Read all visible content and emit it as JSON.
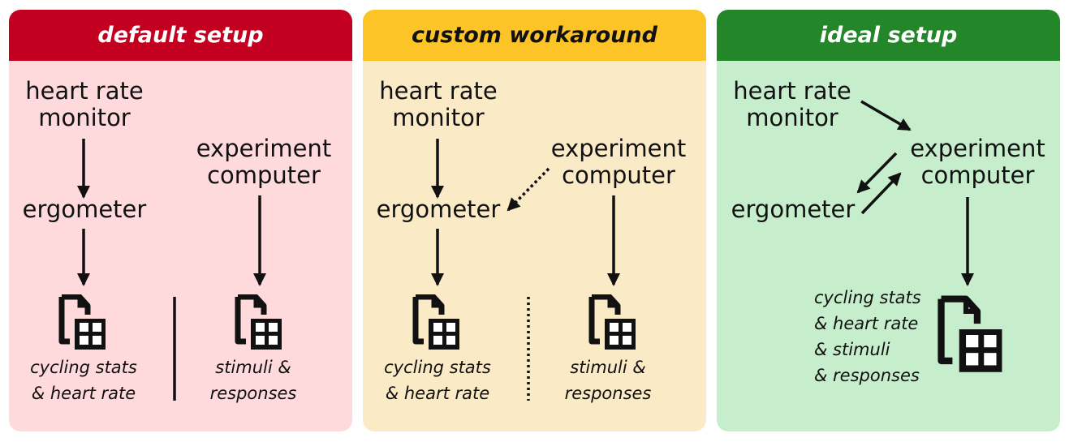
{
  "panels": {
    "default": {
      "title": "default setup",
      "header_color": "#c3001f",
      "title_color": "#ffffff",
      "body_color": "#fedadd",
      "heart_rate_monitor": [
        "heart rate",
        "monitor"
      ],
      "ergometer": "ergometer",
      "experiment_computer": [
        "experiment",
        "computer"
      ],
      "file1_caption": [
        "cycling stats",
        "& heart rate"
      ],
      "file2_caption": [
        "stimuli &",
        "responses"
      ]
    },
    "custom": {
      "title": "custom workaround",
      "header_color": "#fdc427",
      "title_color": "#111111",
      "body_color": "#fbeac6",
      "heart_rate_monitor": [
        "heart rate",
        "monitor"
      ],
      "ergometer": "ergometer",
      "experiment_computer": [
        "experiment",
        "computer"
      ],
      "file1_caption": [
        "cycling stats",
        "& heart rate"
      ],
      "file2_caption": [
        "stimuli &",
        "responses"
      ]
    },
    "ideal": {
      "title": "ideal setup",
      "header_color": "#23872a",
      "title_color": "#ffffff",
      "body_color": "#c7eecc",
      "heart_rate_monitor": [
        "heart rate",
        "monitor"
      ],
      "ergometer": "ergometer",
      "experiment_computer": [
        "experiment",
        "computer"
      ],
      "file_caption": [
        "cycling stats",
        "& heart rate",
        "& stimuli",
        "& responses"
      ]
    }
  },
  "icons": {
    "data_file": "spreadsheet-file-icon"
  }
}
